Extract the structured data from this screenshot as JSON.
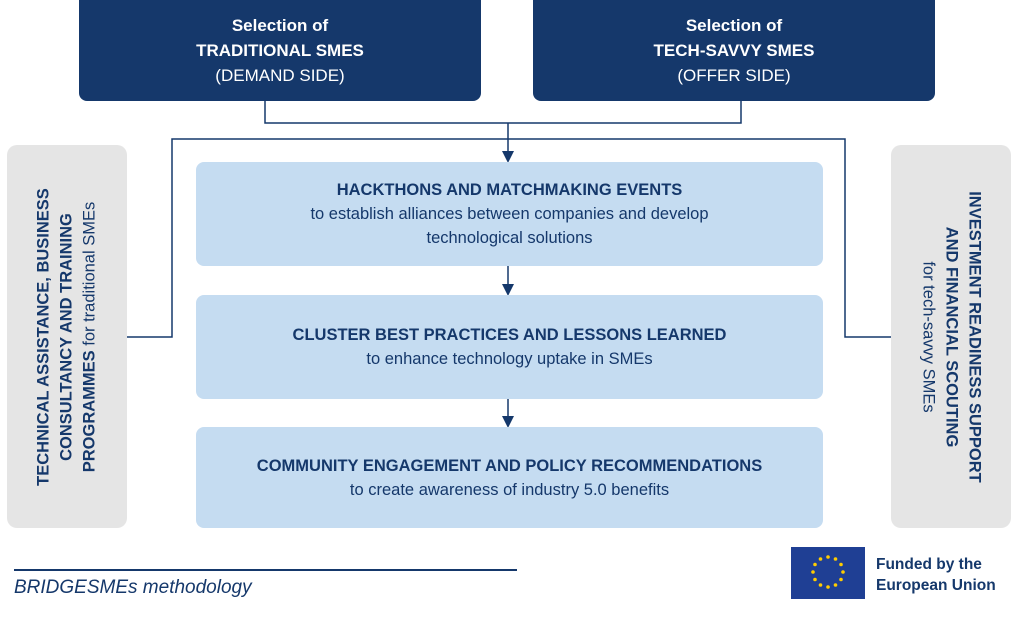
{
  "top_left": {
    "line1": "Selection of",
    "line2": "TRADITIONAL SMES",
    "line3": "(DEMAND SIDE)"
  },
  "top_right": {
    "line1": "Selection of",
    "line2": "TECH-SAVVY SMES",
    "line3": "(OFFER SIDE)"
  },
  "steps": [
    {
      "title": "HACKTHONS AND MATCHMAKING EVENTS",
      "desc_line1": "to establish alliances between companies and develop",
      "desc_line2": "technological solutions"
    },
    {
      "title": "CLUSTER BEST PRACTICES AND LESSONS LEARNED",
      "desc_line1": "to enhance technology uptake in SMEs"
    },
    {
      "title": "COMMUNITY ENGAGEMENT AND POLICY RECOMMENDATIONS",
      "desc_line1": "to create awareness of industry 5.0 benefits"
    }
  ],
  "left_panel": {
    "line1": "TECHNICAL ASSISTANCE, BUSINESS",
    "line2": "CONSULTANCY AND TRAINING",
    "line3_bold": "PROGRAMMES",
    "line3_rest": " for traditional SMEs"
  },
  "right_panel": {
    "line1": "INVESTMENT READINESS SUPPORT",
    "line2": "AND FINANCIAL SCOUTING",
    "line3": "for tech-savvy SMEs"
  },
  "footer": {
    "caption": "BRIDGESMEs methodology",
    "eu_line1": "Funded by the",
    "eu_line2": "European Union"
  },
  "colors": {
    "navy": "#15386b",
    "light_blue": "#c5dcf1",
    "grey": "#e5e5e5",
    "eu_blue": "#1f3f94",
    "eu_star": "#ffcc00"
  },
  "icons": [
    "eu-flag-icon"
  ]
}
